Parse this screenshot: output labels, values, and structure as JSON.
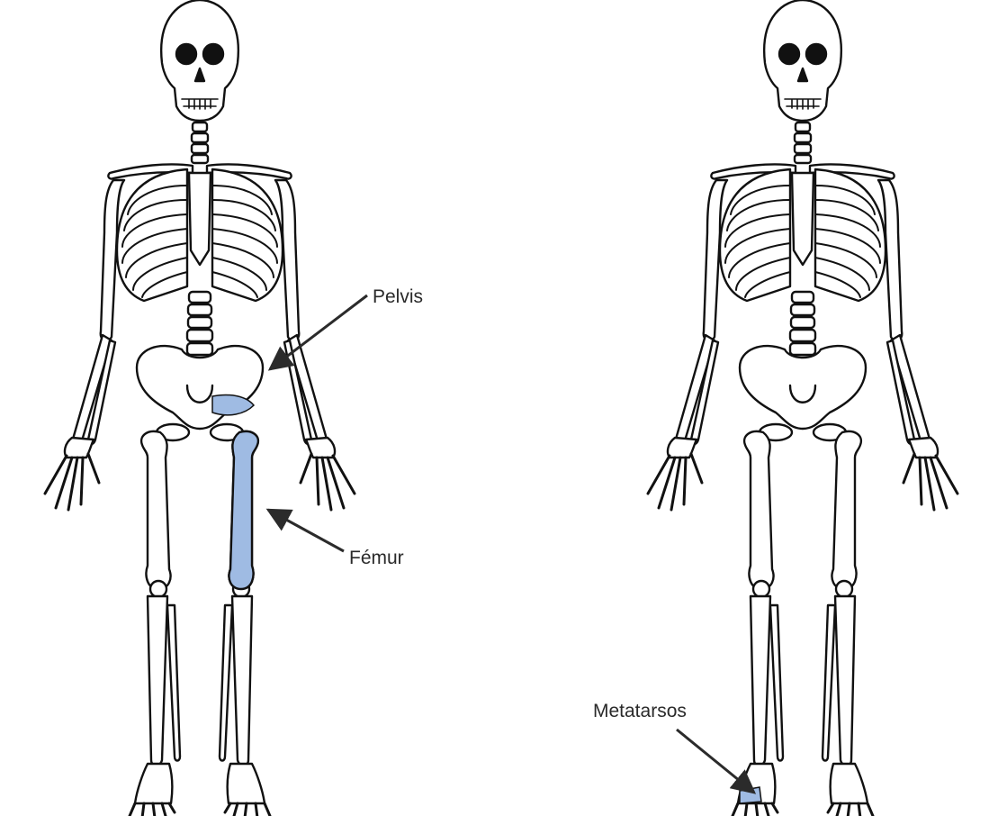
{
  "labels": {
    "pelvis": "Pelvis",
    "femur": "Fémur",
    "metatarsals": "Metatarsos"
  },
  "colors": {
    "highlight": "#9fbbe3",
    "outline": "#111111",
    "arrow": "#2b2b2b"
  },
  "figures": [
    "left-skeleton",
    "right-skeleton"
  ]
}
